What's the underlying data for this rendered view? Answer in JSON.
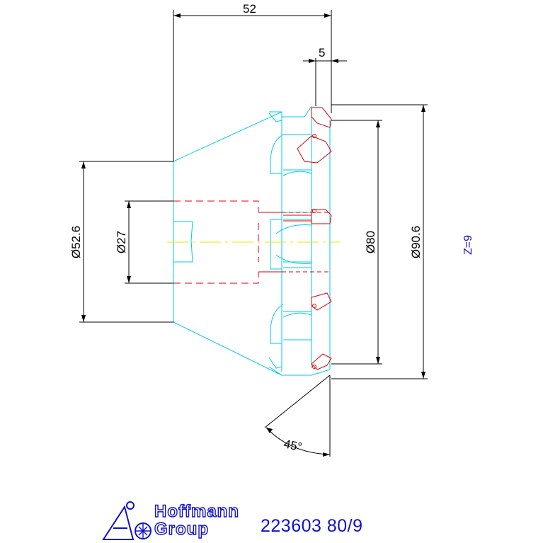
{
  "drawing": {
    "dimensions": {
      "overall_length": "52",
      "tooth_offset": "5",
      "inner_diameter": "Ø52.6",
      "bore_diameter": "Ø27",
      "pitch_diameter": "Ø80",
      "outer_diameter": "Ø90.6",
      "angle": "45°"
    },
    "tooth_count": "Z=9"
  },
  "title_block": {
    "brand_line1": "Hoffmann",
    "brand_line2": "Group",
    "part_number": "223603 80/9"
  },
  "colors": {
    "outline": "#00c8e8",
    "hidden": "#e00000",
    "centerline": "#e8e800",
    "dimension": "#000000",
    "brand": "#1010d0"
  }
}
